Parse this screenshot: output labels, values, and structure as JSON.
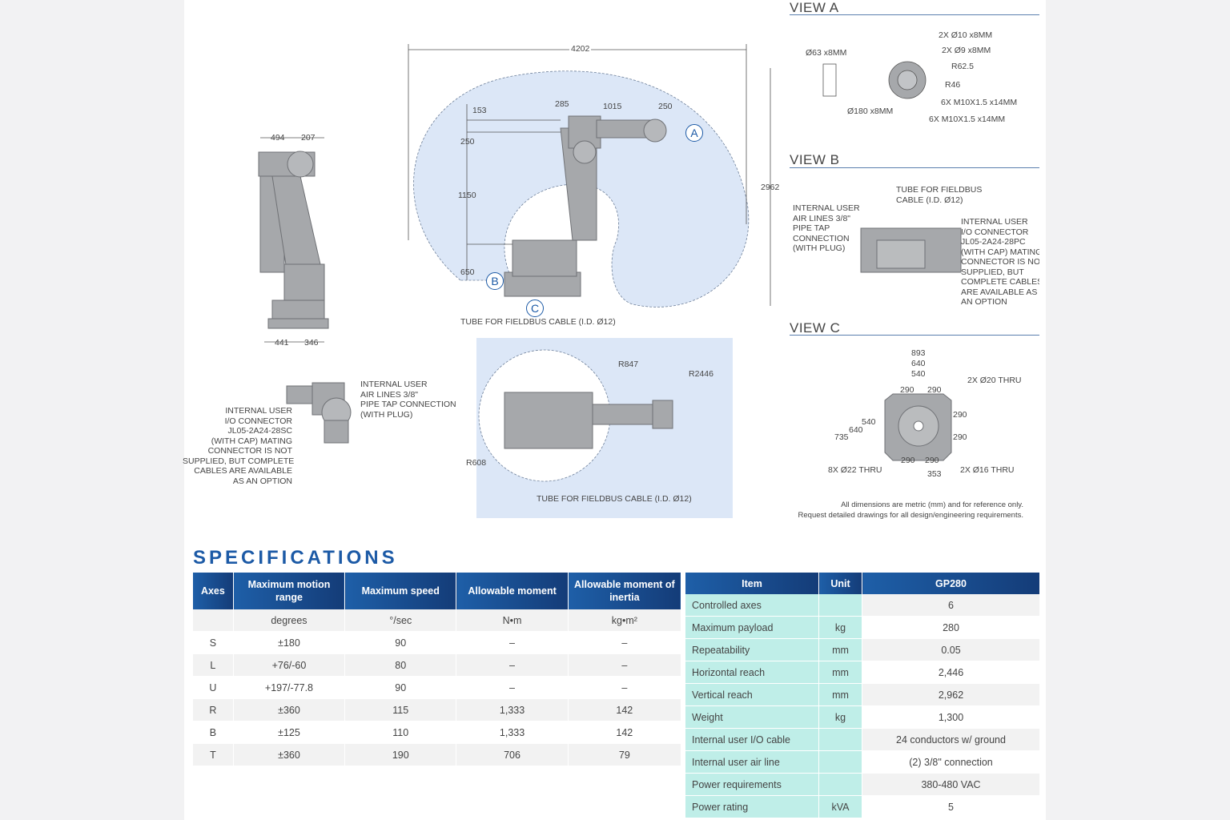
{
  "views": {
    "a": {
      "title": "VIEW A",
      "labels": [
        "Ø63 x8MM",
        "2X Ø10 x8MM",
        "2X Ø9 x8MM",
        "R62.5",
        "R46",
        "Ø180 x8MM",
        "6X M10X1.5 x14MM",
        "6X M10X1.5 x14MM"
      ]
    },
    "b": {
      "title": "VIEW B",
      "tube": [
        "TUBE FOR FIELDBUS",
        "CABLE (I.D. Ø12)"
      ],
      "air": [
        "INTERNAL USER",
        "AIR LINES 3/8\"",
        "PIPE TAP",
        "CONNECTION",
        "(WITH PLUG)"
      ],
      "io": [
        "INTERNAL USER",
        "I/O CONNECTOR",
        "JL05-2A24-28PC",
        "(WITH CAP) MATING",
        "CONNECTOR IS NOT",
        "SUPPLIED, BUT",
        "COMPLETE CABLES",
        "ARE AVAILABLE AS",
        "AN OPTION"
      ]
    },
    "c": {
      "title": "VIEW C",
      "dims": [
        "893",
        "640",
        "540",
        "290",
        "290",
        "2X Ø20 THRU",
        "290",
        "290",
        "540",
        "640",
        "735",
        "8X Ø22 THRU",
        "290",
        "290",
        "353",
        "2X Ø16 THRU"
      ]
    }
  },
  "drawing": {
    "side_dims": [
      "494",
      "207",
      "441",
      "346"
    ],
    "main_dims": [
      "4202",
      "153",
      "285",
      "1015",
      "250",
      "250",
      "1150",
      "650",
      "2962"
    ],
    "callouts": [
      "A",
      "B",
      "C"
    ],
    "tube_label": "TUBE FOR FIELDBUS CABLE (I.D. Ø12)",
    "top_radii": [
      "R847",
      "R2446",
      "R608"
    ],
    "top_tube_label": "TUBE FOR FIELDBUS CABLE (I.D. Ø12)",
    "left_io": [
      "INTERNAL USER",
      "I/O CONNECTOR",
      "JL05-2A24-28SC",
      "(WITH CAP) MATING",
      "CONNECTOR IS NOT",
      "SUPPLIED, BUT COMPLETE",
      "CABLES ARE AVAILABLE",
      "AS AN OPTION"
    ],
    "left_air": [
      "INTERNAL USER",
      "AIR LINES 3/8\"",
      "PIPE TAP CONNECTION",
      "(WITH PLUG)"
    ],
    "note": [
      "All dimensions are metric (mm) and for reference only.",
      "Request detailed drawings for all design/engineering requirements."
    ]
  },
  "specs": {
    "heading": "SPECIFICATIONS",
    "axes_table": {
      "headers": [
        "Axes",
        "Maximum motion range",
        "Maximum speed",
        "Allowable moment",
        "Allowable moment of inertia"
      ],
      "units": [
        "",
        "degrees",
        "°/sec",
        "N•m",
        "kg•m²"
      ],
      "rows": [
        [
          "S",
          "±180",
          "90",
          "–",
          "–"
        ],
        [
          "L",
          "+76/-60",
          "80",
          "–",
          "–"
        ],
        [
          "U",
          "+197/-77.8",
          "90",
          "–",
          "–"
        ],
        [
          "R",
          "±360",
          "115",
          "1,333",
          "142"
        ],
        [
          "B",
          "±125",
          "110",
          "1,333",
          "142"
        ],
        [
          "T",
          "±360",
          "190",
          "706",
          "79"
        ]
      ]
    },
    "item_table": {
      "headers": [
        "Item",
        "Unit",
        "GP280"
      ],
      "rows": [
        [
          "Controlled axes",
          "",
          "6"
        ],
        [
          "Maximum payload",
          "kg",
          "280"
        ],
        [
          "Repeatability",
          "mm",
          "0.05"
        ],
        [
          "Horizontal reach",
          "mm",
          "2,446"
        ],
        [
          "Vertical reach",
          "mm",
          "2,962"
        ],
        [
          "Weight",
          "kg",
          "1,300"
        ],
        [
          "Internal user I/O cable",
          "",
          "24 conductors w/ ground"
        ],
        [
          "Internal user air line",
          "",
          "(2) 3/8\" connection"
        ],
        [
          "Power requirements",
          "",
          "380-480 VAC"
        ],
        [
          "Power rating",
          "kVA",
          "5"
        ]
      ]
    }
  }
}
